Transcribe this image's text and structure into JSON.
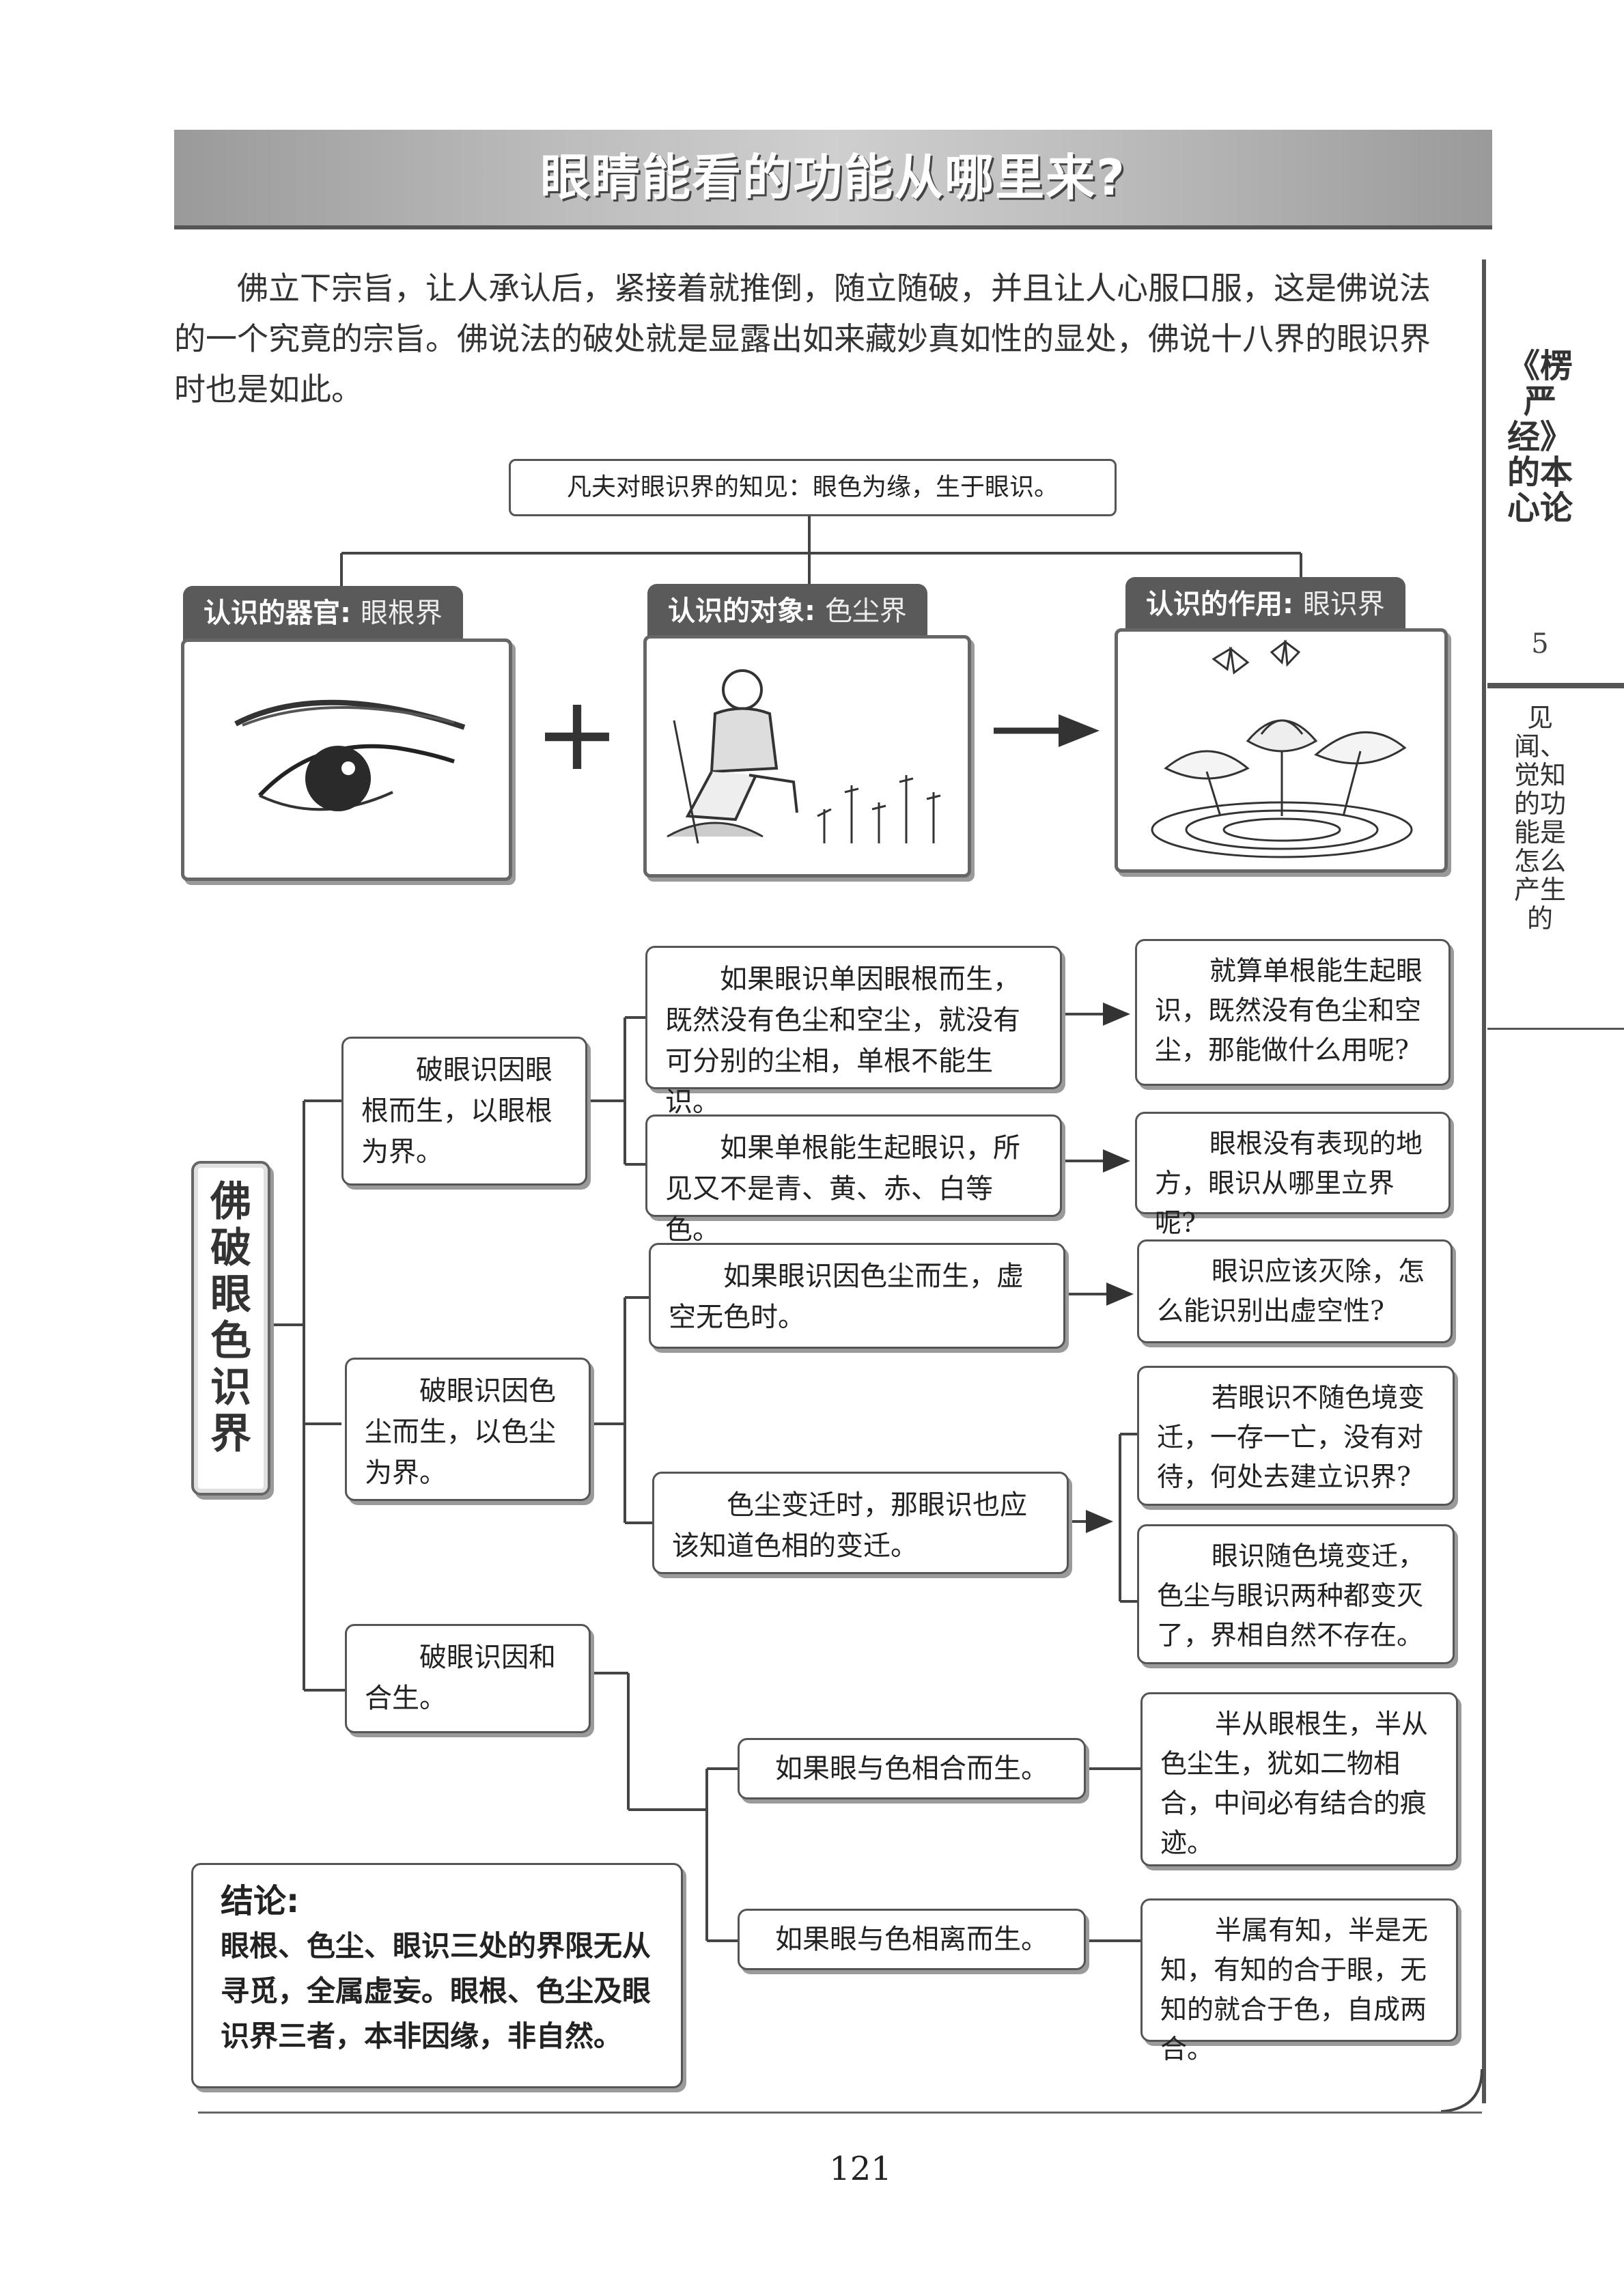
{
  "header": {
    "title": "眼睛能看的功能从哪里来?"
  },
  "intro": "佛立下宗旨，让人承认后，紧接着就推倒，随立随破，并且让人心服口服，这是佛说法的一个究竟的宗旨。佛说法的破处就是显露出如来藏妙真如性的显处，佛说十八界的眼识界时也是如此。",
  "sidebar": {
    "book": "《楞严经》的本心论",
    "chapter_no": "5",
    "section": "见闻、觉知的功能是怎么产生的"
  },
  "top_diagram": {
    "root": "凡夫对眼识界的知见：眼色为缘，生于眼识。",
    "panels": [
      {
        "label": "认识的器官:",
        "sub": "眼根界",
        "icon": "eye-illustration"
      },
      {
        "label": "认识的对象:",
        "sub": "色尘界",
        "icon": "farmer-field-illustration"
      },
      {
        "label": "认识的作用:",
        "sub": "眼识界",
        "icon": "lotus-butterfly-illustration"
      }
    ],
    "plus": "+"
  },
  "tree": {
    "root": "佛破眼色识界",
    "branches": [
      {
        "cause": "破眼识因眼根而生，以眼根为界。",
        "cases": [
          {
            "premise": "如果眼识单因眼根而生，既然没有色尘和空尘，就没有可分别的尘相，单根不能生识。",
            "results": [
              "就算单根能生起眼识，既然没有色尘和空尘，那能做什么用呢?"
            ]
          },
          {
            "premise": "如果单根能生起眼识，所见又不是青、黄、赤、白等色。",
            "results": [
              "眼根没有表现的地方，眼识从哪里立界呢?"
            ]
          }
        ]
      },
      {
        "cause": "破眼识因色尘而生，以色尘为界。",
        "cases": [
          {
            "premise": "如果眼识因色尘而生，虚空无色时。",
            "results": [
              "眼识应该灭除，怎么能识别出虚空性?"
            ]
          },
          {
            "premise": "色尘变迁时，那眼识也应该知道色相的变迁。",
            "results": [
              "若眼识不随色境变迁，一存一亡，没有对待，何处去建立识界?",
              "眼识随色境变迁，色尘与眼识两种都变灭了，界相自然不存在。"
            ]
          }
        ]
      },
      {
        "cause": "破眼识因和合生。",
        "cases": [
          {
            "premise": "如果眼与色相合而生。",
            "results": [
              "半从眼根生，半从色尘生，犹如二物相合，中间必有结合的痕迹。"
            ]
          },
          {
            "premise": "如果眼与色相离而生。",
            "results": [
              "半属有知，半是无知，有知的合于眼，无知的就合于色，自成两合。"
            ]
          }
        ]
      }
    ]
  },
  "conclusion": {
    "head": "结论:",
    "body": "眼根、色尘、眼识三处的界限无从寻觅，全属虚妄。眼根、色尘及眼识界三者，本非因缘，非自然。"
  },
  "footer": {
    "page_number": "121"
  }
}
